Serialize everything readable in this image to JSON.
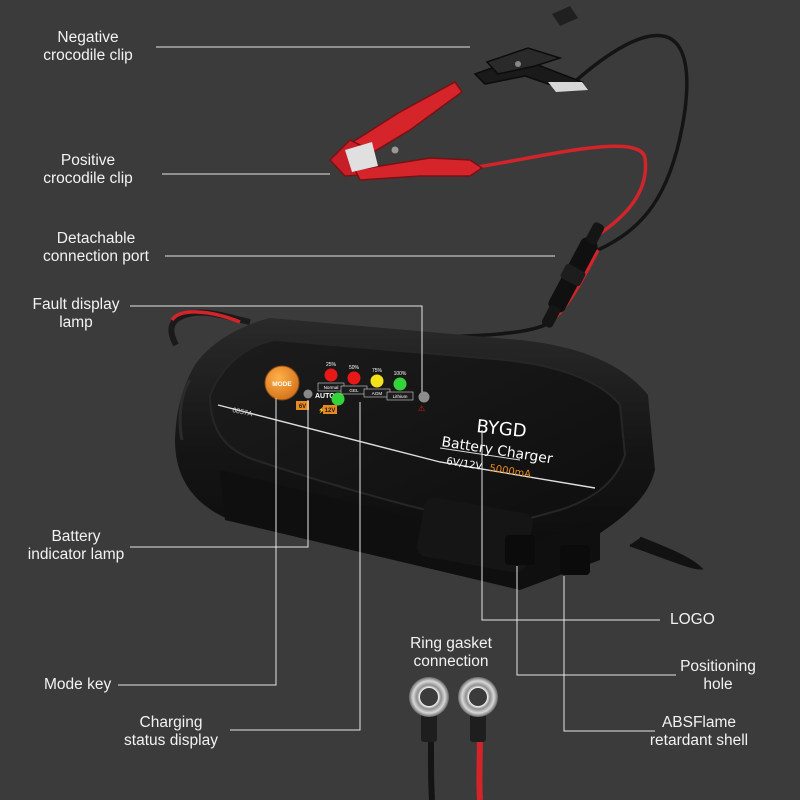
{
  "labels": {
    "negative_clip": [
      "Negative",
      "crocodile clip"
    ],
    "positive_clip": [
      "Positive",
      "crocodile clip"
    ],
    "connection_port": [
      "Detachable",
      "connection port"
    ],
    "fault_lamp": [
      "Fault display",
      "lamp"
    ],
    "battery_lamp": [
      "Battery",
      "indicator lamp"
    ],
    "mode_key": [
      "Mode key"
    ],
    "charging_status": [
      "Charging",
      "status display"
    ],
    "logo": [
      "LOGO"
    ],
    "ring_gasket": [
      "Ring gasket",
      "connection"
    ],
    "positioning_hole": [
      "Positioning",
      "hole"
    ],
    "abs_shell": [
      "ABSFlame",
      "retardant shell"
    ]
  },
  "product": {
    "brand": "BYGD",
    "name": "Battery Charger",
    "spec_voltage": "6V/12V",
    "spec_current": "5000mA",
    "model": "6857A",
    "mode_button": "MODE",
    "auto_label": "AUTO",
    "mode_6v": "6V",
    "mode_12v": "12V",
    "status_levels": [
      "25%",
      "50%",
      "75%",
      "100%"
    ],
    "battery_types": [
      "Normal",
      "GEL",
      "AGM",
      "Lithium"
    ],
    "led_colors": [
      "#e81818",
      "#e81818",
      "#f2e21a",
      "#35d33a"
    ],
    "auto_led_color": "#35d33a"
  },
  "colors": {
    "background": "#3b3b3c",
    "red_cable": "#d3242a",
    "black_cable": "#141414",
    "body": "#161616",
    "accent_orange": "#e98a1e",
    "leader_line": "#e6e6e6"
  }
}
